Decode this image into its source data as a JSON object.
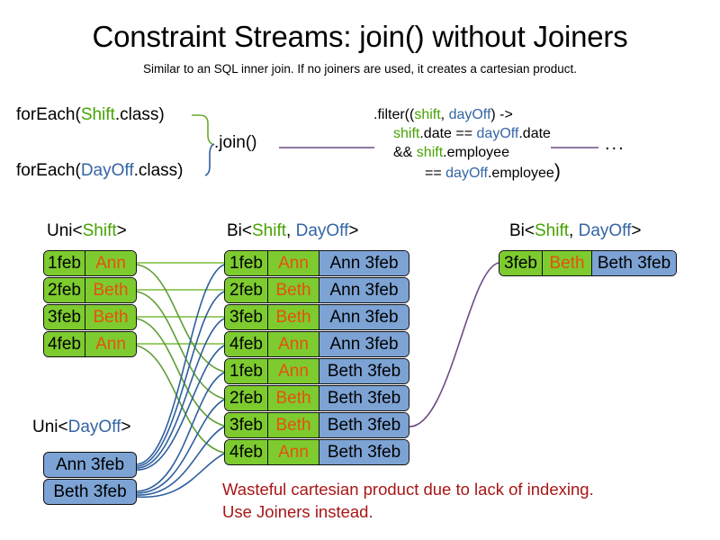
{
  "title": "Constraint Streams: join() without Joiners",
  "subtitle": "Similar to an SQL inner join. If no joiners are used, it creates a cartesian product.",
  "code": {
    "foreach_shift": {
      "prefix": "forEach(",
      "type": "Shift",
      "suffix": ".class)"
    },
    "foreach_dayoff": {
      "prefix": "forEach(",
      "type": "DayOff",
      "suffix": ".class)"
    },
    "join": ".join()",
    "ellipsis": "...",
    "filter": {
      "line1_a": ".filter((",
      "line1_shift": "shift",
      "line1_comma": ", ",
      "line1_dayoff": "dayOff",
      "line1_b": ") ->",
      "line2_shift": "shift",
      "line2_a": ".date == ",
      "line2_dayoff": "dayOff",
      "line2_b": ".date",
      "line3_a": "&& ",
      "line3_shift": "shift",
      "line3_b": ".employee",
      "line4_a": "== ",
      "line4_dayoff": "dayOff",
      "line4_b": ".employee",
      "line4_close": ")"
    }
  },
  "labels": {
    "uni_shift": {
      "prefix": "Uni<",
      "type": "Shift",
      "suffix": ">"
    },
    "uni_dayoff": {
      "prefix": "Uni<",
      "type": "DayOff",
      "suffix": ">"
    },
    "bi_middle": {
      "prefix": "Bi<",
      "type_a": "Shift",
      "comma": ", ",
      "type_b": "DayOff",
      "suffix": ">"
    },
    "bi_right": {
      "prefix": "Bi<",
      "type_a": "Shift",
      "comma": ", ",
      "type_b": "DayOff",
      "suffix": ">"
    }
  },
  "uni_shift_rows": [
    {
      "date": "1feb",
      "employee": "Ann"
    },
    {
      "date": "2feb",
      "employee": "Beth"
    },
    {
      "date": "3feb",
      "employee": "Beth"
    },
    {
      "date": "4feb",
      "employee": "Ann"
    }
  ],
  "uni_dayoff_rows": [
    {
      "dayoff": "Ann 3feb"
    },
    {
      "dayoff": "Beth 3feb"
    }
  ],
  "bi_middle_rows": [
    {
      "date": "1feb",
      "employee": "Ann",
      "dayoff": "Ann 3feb"
    },
    {
      "date": "2feb",
      "employee": "Beth",
      "dayoff": "Ann 3feb"
    },
    {
      "date": "3feb",
      "employee": "Beth",
      "dayoff": "Ann 3feb"
    },
    {
      "date": "4feb",
      "employee": "Ann",
      "dayoff": "Ann 3feb"
    },
    {
      "date": "1feb",
      "employee": "Ann",
      "dayoff": "Beth 3feb"
    },
    {
      "date": "2feb",
      "employee": "Beth",
      "dayoff": "Beth 3feb"
    },
    {
      "date": "3feb",
      "employee": "Beth",
      "dayoff": "Beth 3feb"
    },
    {
      "date": "4feb",
      "employee": "Ann",
      "dayoff": "Beth 3feb"
    }
  ],
  "bi_right_rows": [
    {
      "date": "3feb",
      "employee": "Beth",
      "dayoff": "Beth 3feb"
    }
  ],
  "warning": {
    "line1": "Wasteful cartesian product due to lack of indexing.",
    "line2": "Use Joiners instead."
  },
  "colors": {
    "shift_green": "#7DCB2F",
    "dayoff_blue": "#7CA3D4",
    "shift_type_text": "#46a302",
    "dayoff_type_text": "#3465a4",
    "employee_text": "#E8500E",
    "warning_red": "#A81616",
    "wire_green": "#7DBB3C",
    "wire_blue": "#2E5F9E",
    "wire_purple": "#6B4C86"
  }
}
